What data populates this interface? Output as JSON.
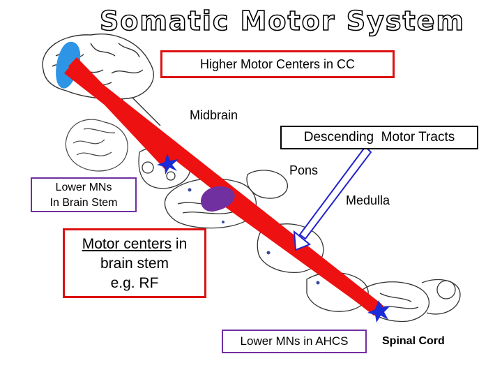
{
  "title": "Somatic Motor System",
  "labels": {
    "higher_motor_centers": "Higher Motor Centers in CC",
    "midbrain": "Midbrain",
    "descending_tracts": "Descending  Motor Tracts",
    "pons": "Pons",
    "lower_mns_brain_stem_line1": "Lower MNs",
    "lower_mns_brain_stem_line2": "In Brain Stem",
    "medulla": "Medulla",
    "motor_centers_bold": "Motor centers",
    "motor_centers_in": " in",
    "motor_centers_line2": "brain stem",
    "motor_centers_line3": "e.g. RF",
    "lower_mns_ahcs": "Lower MNs in AHCS",
    "spinal_cord": "Spinal Cord"
  },
  "colors": {
    "tract_red": "#ee1111",
    "box_red": "#dd1111",
    "box_purple": "#7030a0",
    "cortex_blue": "#2e95e6",
    "brainstem_purple": "#7030a0",
    "star_blue": "#1a2bd8",
    "arrow_blue": "#2222cc"
  }
}
